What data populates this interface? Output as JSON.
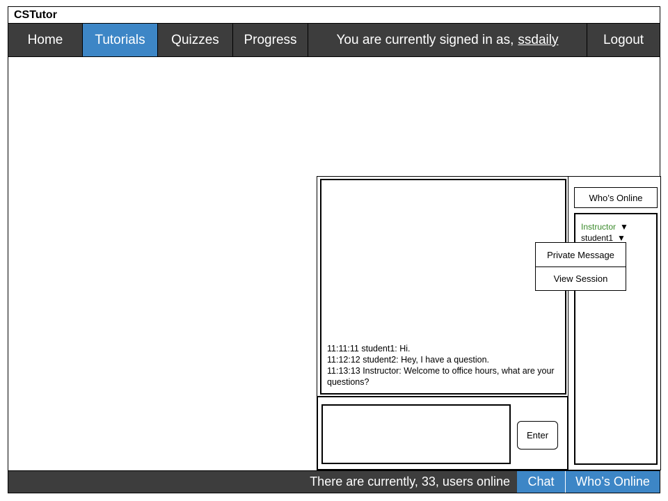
{
  "app": {
    "title": "CSTutor"
  },
  "nav": {
    "home": "Home",
    "tutorials": "Tutorials",
    "quizzes": "Quizzes",
    "progress": "Progress",
    "signed_in_prefix": "You are currently signed in as,",
    "username": "ssdaily",
    "logout": "Logout",
    "active_tab": "Tutorials"
  },
  "chat": {
    "messages": [
      "11:11:11 student1: Hi.",
      "11:12:12 student2: Hey, I have a question.",
      "11:13:13 Instructor: Welcome to office hours, what are your questions?"
    ],
    "input_value": "",
    "enter_label": "Enter"
  },
  "online": {
    "heading": "Who’s Online",
    "users": [
      {
        "name": "Instructor",
        "role": "instructor",
        "color": "#3a8a2a"
      },
      {
        "name": "student1",
        "role": "student"
      }
    ],
    "caret": "▼",
    "context_menu": {
      "private_message": "Private Message",
      "view_session": "View Session"
    }
  },
  "footer": {
    "status": "There are currently, 33, users online",
    "chat_label": "Chat",
    "online_label": "Who’s Online"
  },
  "colors": {
    "nav_bg": "#3d3d3d",
    "accent": "#3d86c6",
    "instructor": "#3a8a2a"
  }
}
